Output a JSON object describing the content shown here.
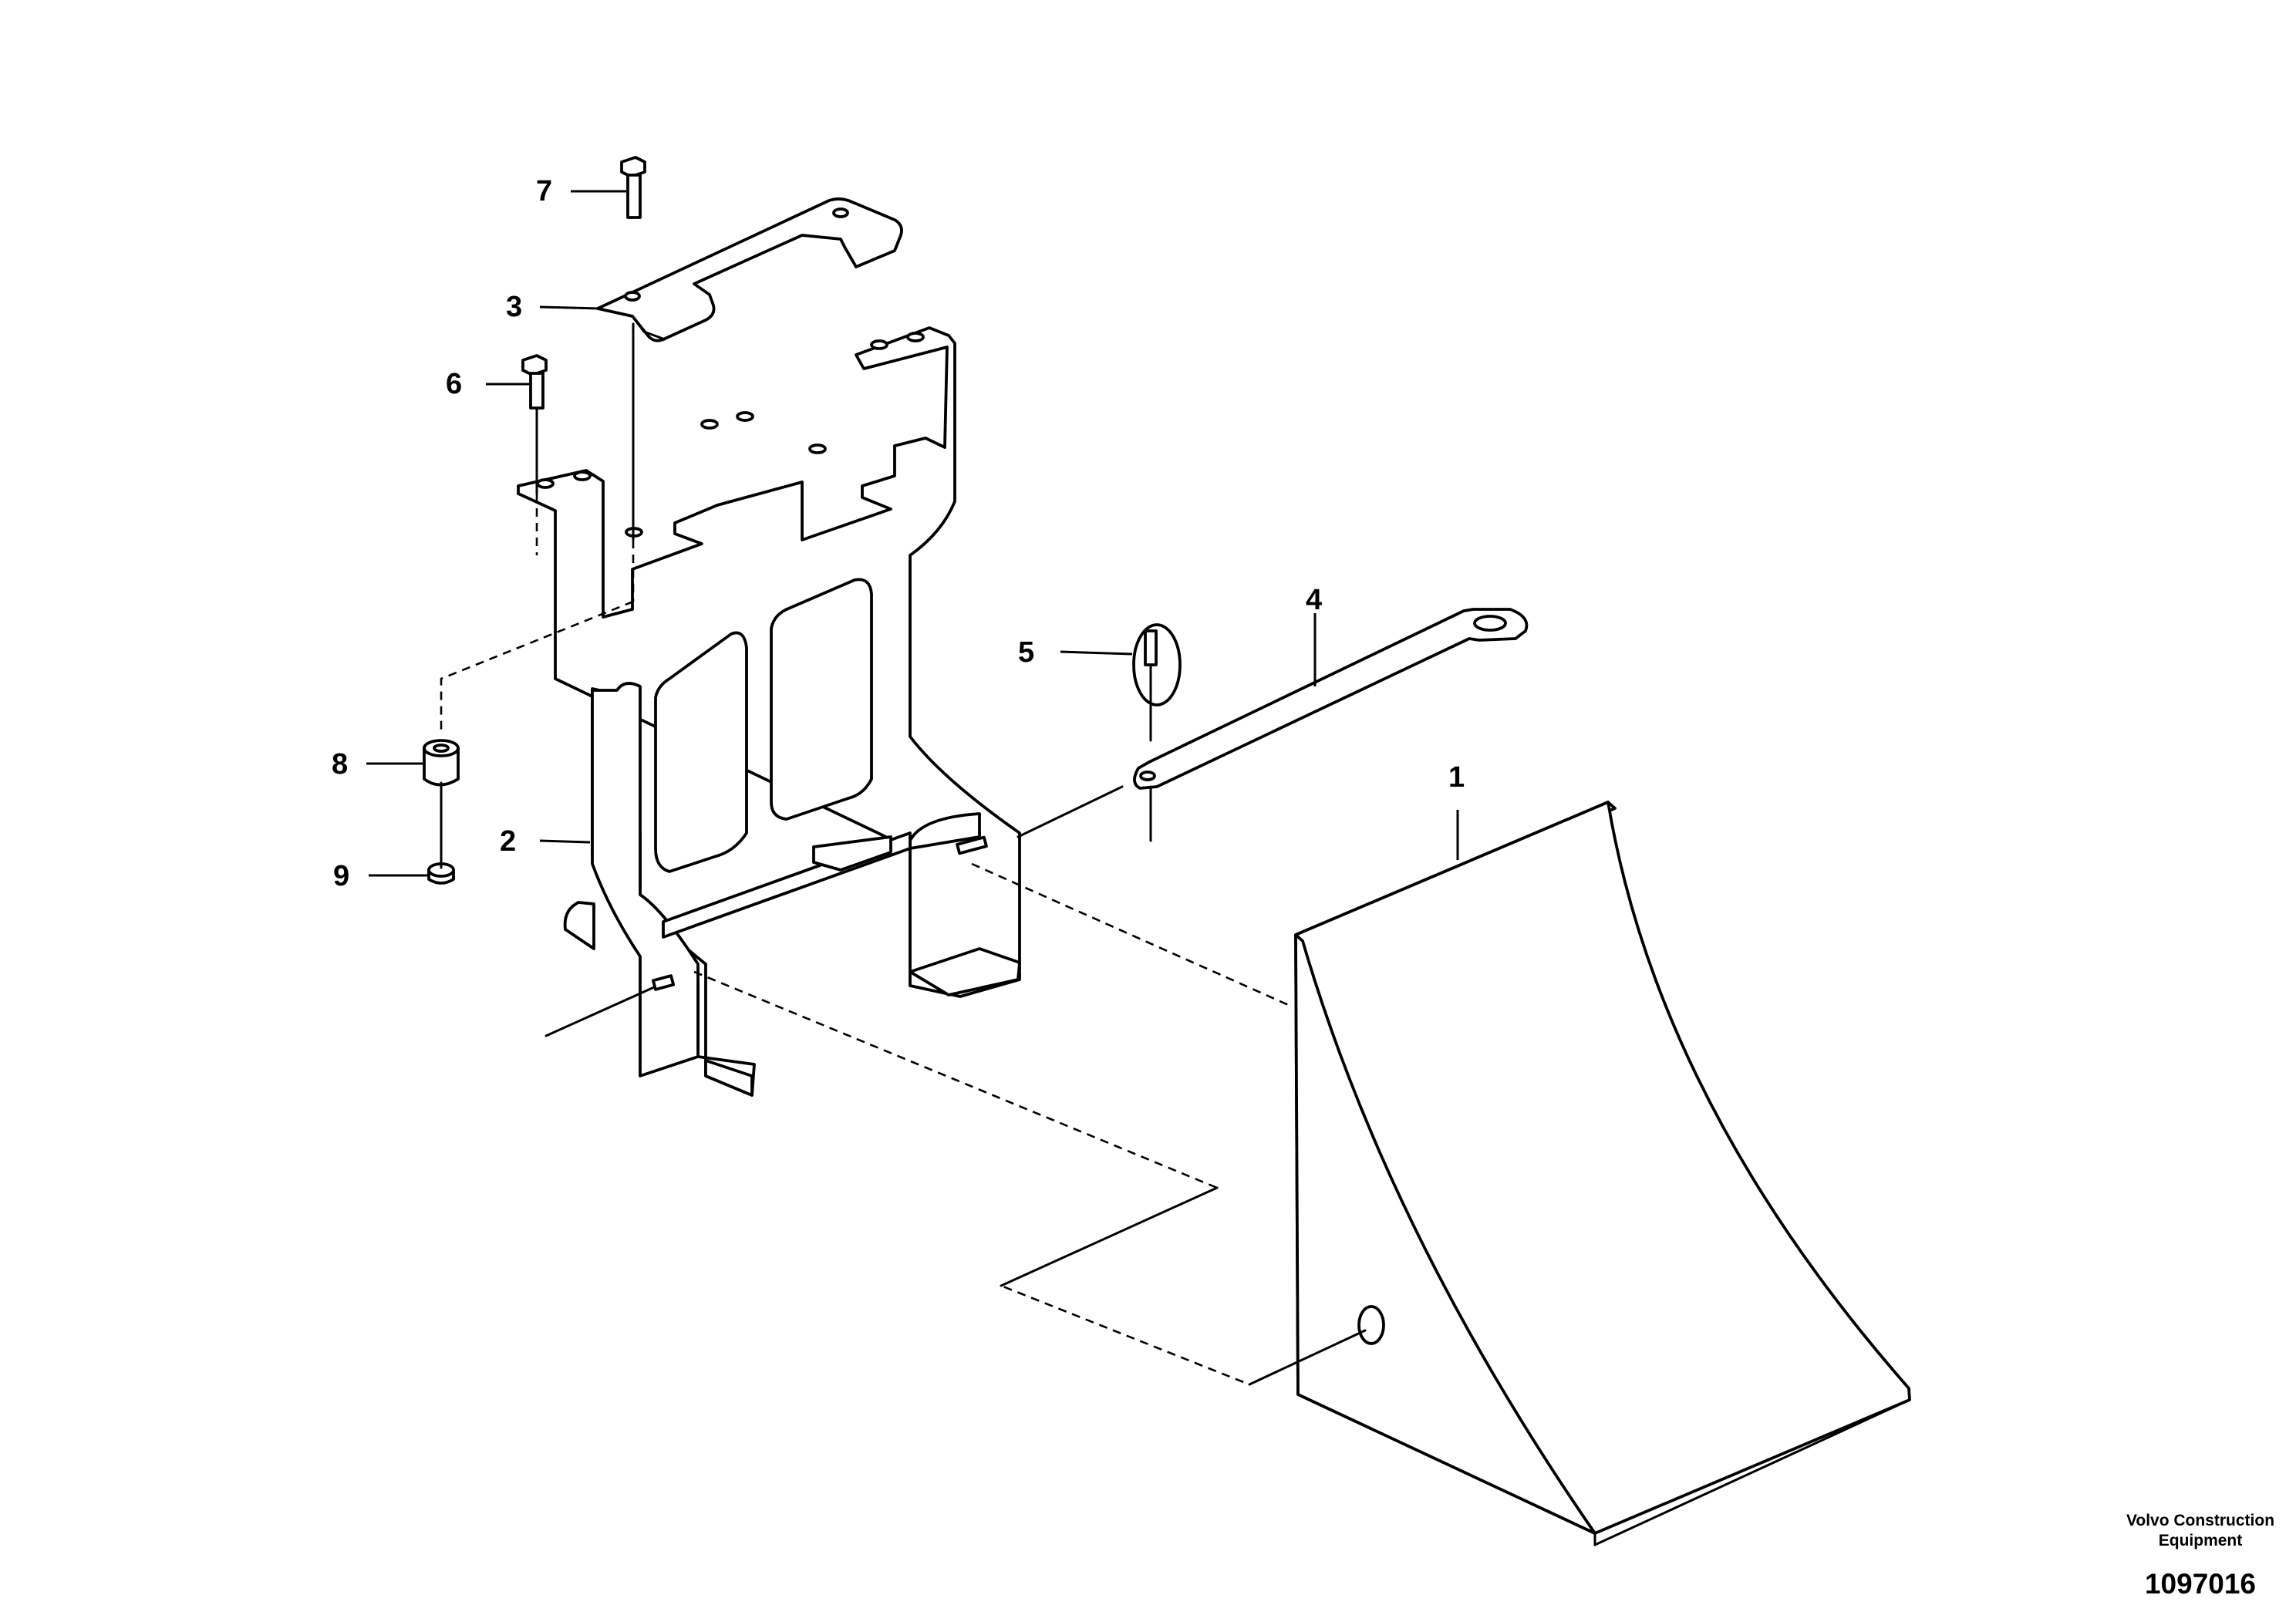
{
  "diagram": {
    "callouts": [
      {
        "id": "1",
        "label": "1"
      },
      {
        "id": "2",
        "label": "2"
      },
      {
        "id": "3",
        "label": "3"
      },
      {
        "id": "4",
        "label": "4"
      },
      {
        "id": "5",
        "label": "5"
      },
      {
        "id": "6",
        "label": "6"
      },
      {
        "id": "7",
        "label": "7"
      },
      {
        "id": "8",
        "label": "8"
      },
      {
        "id": "9",
        "label": "9"
      }
    ]
  },
  "footer": {
    "company_line1": "Volvo Construction",
    "company_line2": "Equipment",
    "drawing_number": "1097016"
  }
}
